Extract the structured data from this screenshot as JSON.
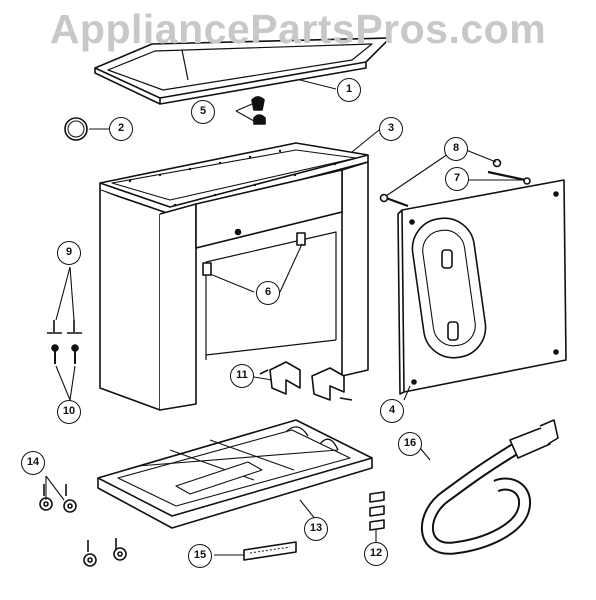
{
  "watermark": "AppliancePartsPros.com",
  "callouts": [
    "1",
    "2",
    "3",
    "4",
    "5",
    "6",
    "7",
    "8",
    "9",
    "10",
    "11",
    "12",
    "13",
    "14",
    "15",
    "16"
  ]
}
